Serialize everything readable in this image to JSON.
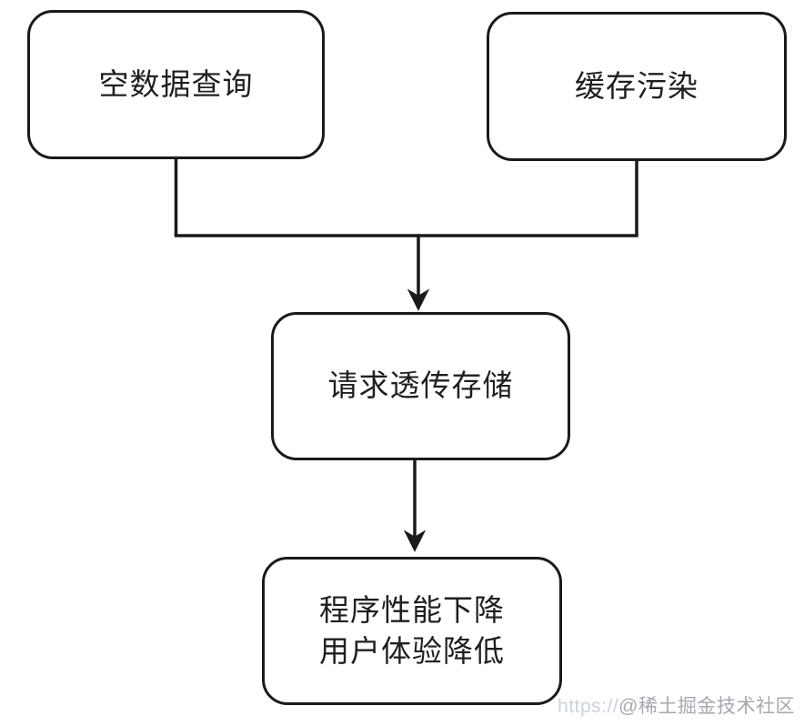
{
  "diagram": {
    "type": "flowchart",
    "background_color": "#ffffff",
    "stroke_color": "#1a1a1a",
    "text_color": "#1f1f1f",
    "nodes": [
      {
        "id": "empty-data-query",
        "label": "空数据查询"
      },
      {
        "id": "cache-pollution",
        "label": "缓存污染"
      },
      {
        "id": "request-passthrough",
        "label": "请求透传存储"
      },
      {
        "id": "performance-degradation",
        "lines": [
          "程序性能下降",
          "用户体验降低"
        ]
      }
    ],
    "edges": [
      {
        "from": "empty-data-query",
        "to": "merge-bar",
        "arrow": false
      },
      {
        "from": "cache-pollution",
        "to": "merge-bar",
        "arrow": false
      },
      {
        "from": "merge-bar",
        "to": "request-passthrough",
        "arrow": true
      },
      {
        "from": "request-passthrough",
        "to": "performance-degradation",
        "arrow": true
      }
    ]
  },
  "watermark": {
    "prefix": "https://",
    "text": "@稀土掘金技术社区",
    "prefix_color": "#b9c4d4",
    "text_color": "#9499a2"
  }
}
